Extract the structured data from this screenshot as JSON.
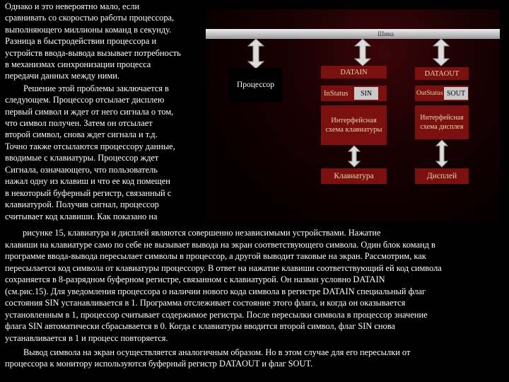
{
  "left_text": [
    "Однако и это невероятно мало, если",
    "сравнивать со скоростью работы процессора,",
    "выполняющего миллионы команд в секунду.",
    "Разница в быстродействии процессора и",
    "устройств ввода-вывода вызывает потребность",
    "в механизмах синхронизации процесса",
    "передачи данных между ними.",
    "Решение этой проблемы заключается в",
    "следующем. Процессор отсылает дисплею",
    "первый символ и ждет от него сигнала о том,",
    "что символ получен. Затем он отсылает",
    "второй символ, снова ждет сигнала и т.д.",
    "Точно также отсылаются процессору данные,",
    "вводимые с клавиатуры. Процессор ждет",
    "Сигнала, означающего, что пользователь",
    "нажал одну из клавиш и что ее код помещен",
    "в некоторый буферный регистр, связанный с",
    "клавиатурой. Получив сигнал, процессор",
    "считывает код клавиши. Как показано на"
  ],
  "full_text": [
    "рисунке 15, клавиатура и дисплей являются совершенно независимыми устройствами. Нажатие",
    "клавиши на клавиатуре само по себе не вызывает вывода на экран соответствующего символа. Один блок команд в",
    "программе ввода-вывода пересылает символы в процессор, а другой выводит таковые на экран. Рассмотрим, как",
    "пересылается код символа от клавиатуры процессору. В ответ на нажатие клавиши соответствующий ей код символа",
    "сохраняется в 8-разрядном буферном регистре, связанном с клавиатурой. Он назван условно DATAIN",
    "(см.рис.15). Для уведомления процессора о наличии нового кода символа в регистре DATAIN специальный флаг",
    "состояния SIN устанавливается в 1. Программа отслеживает состояние этого флага, и когда он оказывается",
    "установленным в 1, процессор считывает содержимое регистра. После пересылки символа в процессор значение",
    "флага SIN автоматически сбрасывается в 0. Когда с клавиатуры вводится второй символ, флаг SIN снова",
    "устанавливается в 1 и процесс повторяется.",
    "Вывод символа на экран осуществляется аналогичным образом. Но в этом случае для его пересылки от",
    "процессора к монитору используются буферный регистр DATAOUT и флаг SOUT."
  ],
  "diagram": {
    "bus_label": "Шина",
    "processor": "Процессор",
    "datain": "DATAIN",
    "dataout": "DATAOUT",
    "in_status": "InStatus",
    "sin": "SIN",
    "out_status": "OutStatus",
    "sout": "SOUT",
    "kbd_interface": "Интерфейсная схема клавиатуры",
    "disp_interface": "Интерфейсная схема дисплея",
    "keyboard": "Клавиатура",
    "display": "Дисплей"
  },
  "colors": {
    "background": "#000000",
    "text": "#ffffff",
    "box_red": "#7a1010",
    "box_text": "#e8d6a8",
    "flag_box": "#c9c9c9",
    "bus": "#d0d0d0"
  }
}
